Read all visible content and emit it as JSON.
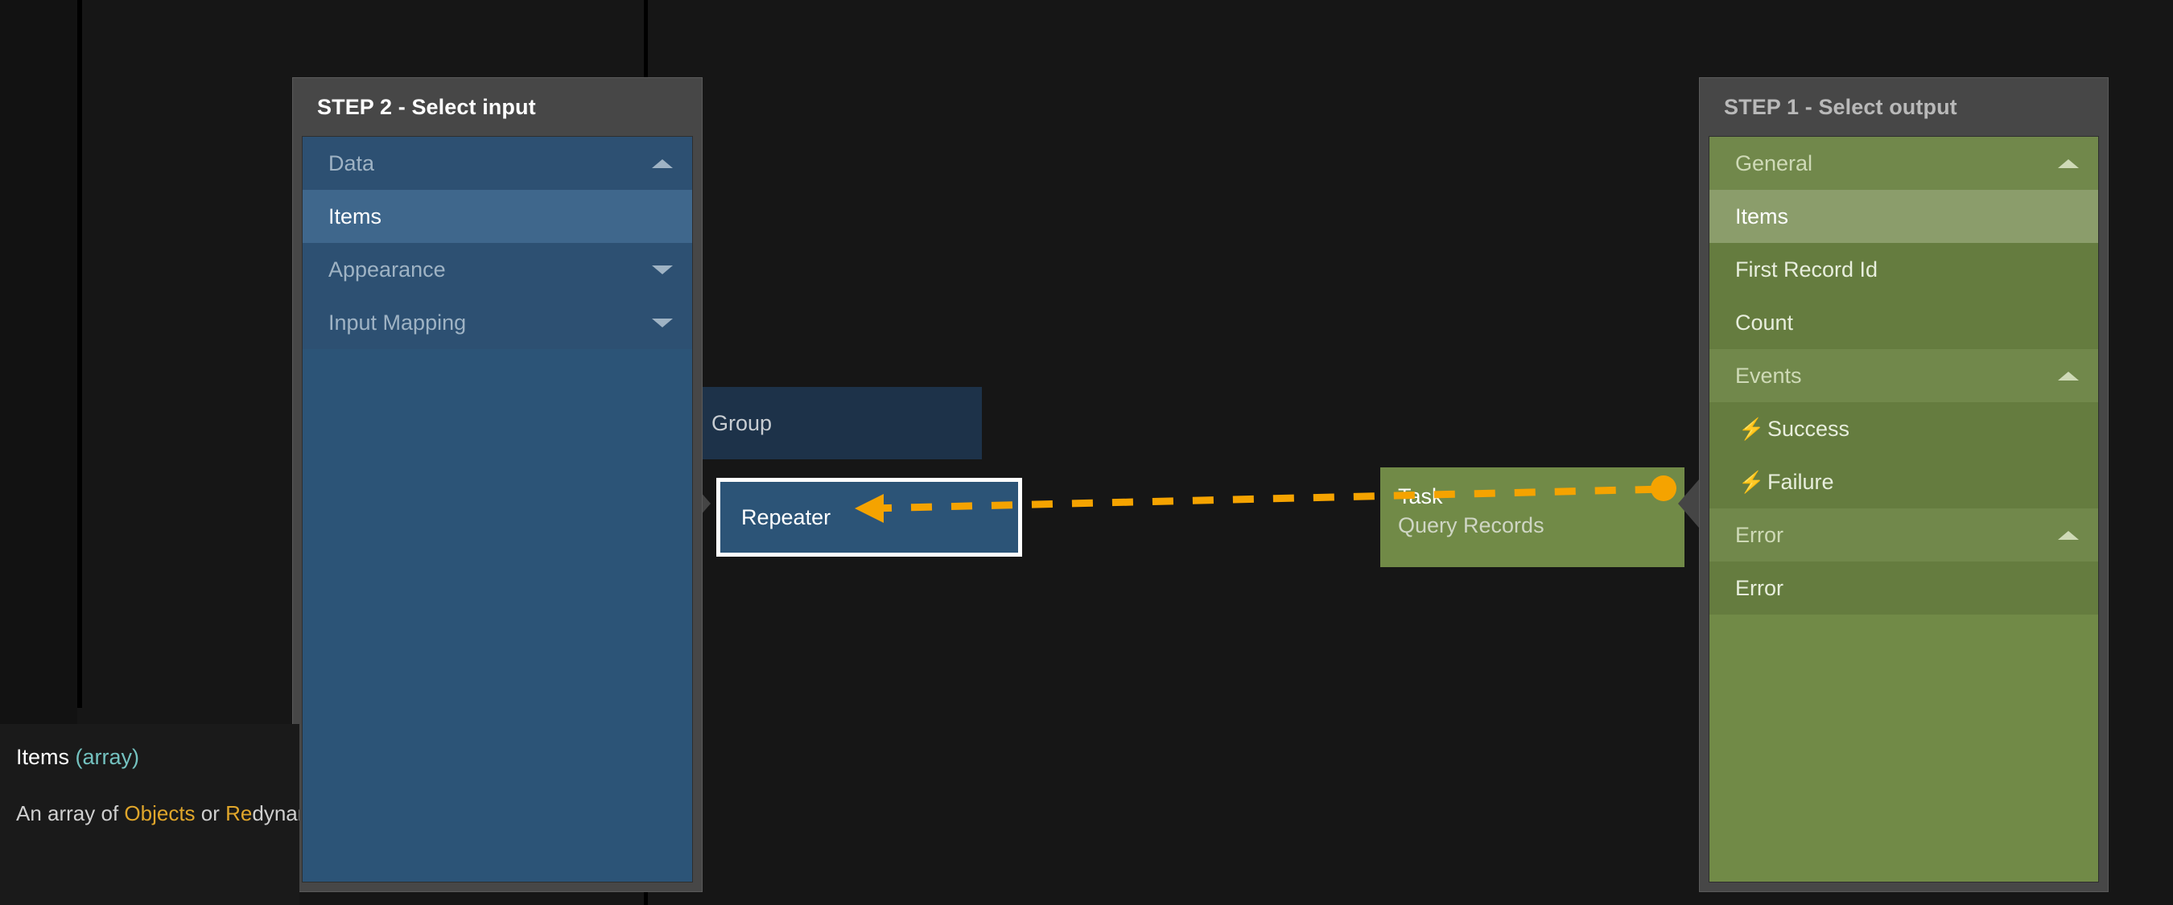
{
  "canvas": {
    "nodes": [
      {
        "id": "group",
        "label": "Group",
        "sublabel": ""
      },
      {
        "id": "repeater",
        "label": "Repeater",
        "sublabel": ""
      },
      {
        "id": "task",
        "label": "Task",
        "sublabel": "Query Records"
      }
    ],
    "connection": {
      "style": "dashed",
      "color": "#f5a300",
      "arrow_direction": "left",
      "endpoint_shape": "circle"
    }
  },
  "left_panel": {
    "title": "STEP 2 - Select input",
    "accent": "#2c5477",
    "handle_icon": "chevron-right-icon",
    "items": [
      {
        "label": "Data",
        "type": "group",
        "state": "expanded",
        "caret": "caret-up-icon",
        "selected": false
      },
      {
        "label": "Items",
        "type": "leaf",
        "state": "normal",
        "caret": "",
        "selected": true
      },
      {
        "label": "Appearance",
        "type": "group",
        "state": "collapsed",
        "caret": "caret-down-icon",
        "selected": false
      },
      {
        "label": "Input Mapping",
        "type": "group",
        "state": "collapsed",
        "caret": "caret-down-icon",
        "selected": false
      }
    ]
  },
  "right_panel": {
    "title": "STEP 1 - Select output",
    "accent": "#718a47",
    "handle_icon": "chevron-left-icon",
    "items": [
      {
        "label": "General",
        "type": "group",
        "state": "expanded",
        "caret": "caret-up-icon",
        "selected": false,
        "icon": ""
      },
      {
        "label": "Items",
        "type": "leaf",
        "state": "normal",
        "caret": "",
        "selected": true,
        "icon": ""
      },
      {
        "label": "First Record Id",
        "type": "leaf",
        "state": "normal",
        "caret": "",
        "selected": false,
        "icon": ""
      },
      {
        "label": "Count",
        "type": "leaf",
        "state": "normal",
        "caret": "",
        "selected": false,
        "icon": ""
      },
      {
        "label": "Events",
        "type": "group",
        "state": "expanded",
        "caret": "caret-up-icon",
        "selected": false,
        "icon": ""
      },
      {
        "label": "Success",
        "type": "leaf",
        "state": "normal",
        "caret": "",
        "selected": false,
        "icon": "bolt-icon"
      },
      {
        "label": "Failure",
        "type": "leaf",
        "state": "normal",
        "caret": "",
        "selected": false,
        "icon": "bolt-icon"
      },
      {
        "label": "Error",
        "type": "group",
        "state": "expanded",
        "caret": "caret-up-icon",
        "selected": false,
        "icon": ""
      },
      {
        "label": "Error",
        "type": "leaf",
        "state": "normal",
        "caret": "",
        "selected": false,
        "icon": ""
      }
    ]
  },
  "tooltip": {
    "title": "Items",
    "type": "(array)",
    "body_prefix": "An array of ",
    "body_link_1": "Objects",
    "body_middle": " or ",
    "body_link_2": "Re",
    "body_suffix": "dynamically create comp"
  }
}
